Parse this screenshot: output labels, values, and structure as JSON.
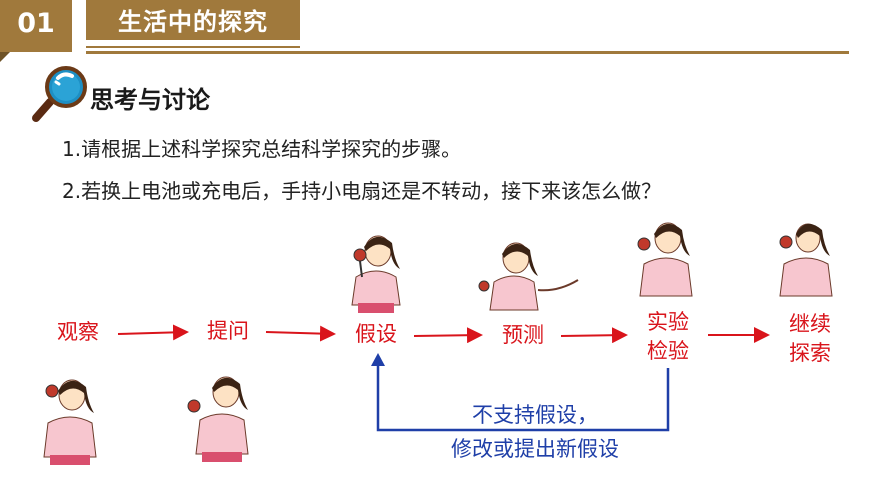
{
  "header": {
    "section_number": "01",
    "title": "生活中的探究"
  },
  "discussion": {
    "heading": "思考与讨论",
    "questions": [
      "1.请根据上述科学探究总结科学探究的步骤。",
      "2.若换上电池或充电后，手持小电扇还是不转动，接下来该怎么做？"
    ]
  },
  "flow": {
    "steps": [
      {
        "line1": "观察",
        "line2": ""
      },
      {
        "line1": "提问",
        "line2": ""
      },
      {
        "line1": "假设",
        "line2": ""
      },
      {
        "line1": "预测",
        "line2": ""
      },
      {
        "line1": "实验",
        "line2": "检验"
      },
      {
        "line1": "继续",
        "line2": "探索"
      }
    ],
    "feedback": {
      "line1": "不支持假设，",
      "line2": "修改或提出新假设"
    }
  },
  "colors": {
    "accent": "#a0793c",
    "step_red": "#d9141b",
    "feedback_blue": "#1f3fa8"
  },
  "icons": [
    "magnifier-icon"
  ]
}
